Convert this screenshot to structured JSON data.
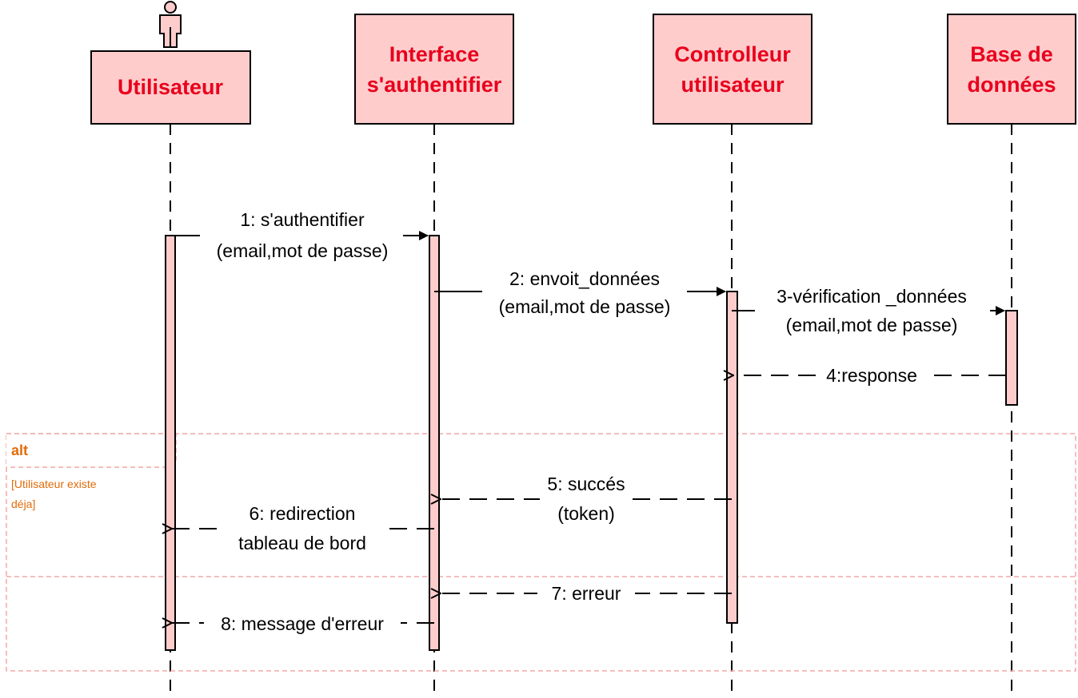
{
  "lifelines": [
    {
      "id": "utilisateur",
      "lines": [
        "Utilisateur"
      ],
      "actor": true
    },
    {
      "id": "interface",
      "lines": [
        "Interface",
        "s'authentifier"
      ]
    },
    {
      "id": "controlleur",
      "lines": [
        "Controlleur",
        "utilisateur"
      ]
    },
    {
      "id": "base",
      "lines": [
        "Base de",
        "données"
      ]
    }
  ],
  "messages": [
    {
      "id": "m1",
      "lines": [
        "1: s'authentifier",
        "(email,mot de passe)"
      ]
    },
    {
      "id": "m2",
      "lines": [
        "2: envoit_données",
        "(email,mot de passe)"
      ]
    },
    {
      "id": "m3",
      "lines": [
        "3-vérification _données",
        "(email,mot de passe)"
      ]
    },
    {
      "id": "m4",
      "lines": [
        "4:response"
      ]
    },
    {
      "id": "m5",
      "lines": [
        "5: succés",
        "(token)"
      ]
    },
    {
      "id": "m6",
      "lines": [
        "6: redirection",
        "tableau de bord"
      ]
    },
    {
      "id": "m7",
      "lines": [
        "7: erreur"
      ]
    },
    {
      "id": "m8",
      "lines": [
        "8: message d'erreur"
      ]
    }
  ],
  "alt_frame": {
    "operator": "alt",
    "guard_lines": [
      "[Utilisateur existe",
      "déja]"
    ]
  },
  "colors": {
    "box_fill": "#ffcccc",
    "title_text": "#e8001c",
    "frame_border": "#f4a7a7",
    "alt_text": "#e26b0a"
  }
}
